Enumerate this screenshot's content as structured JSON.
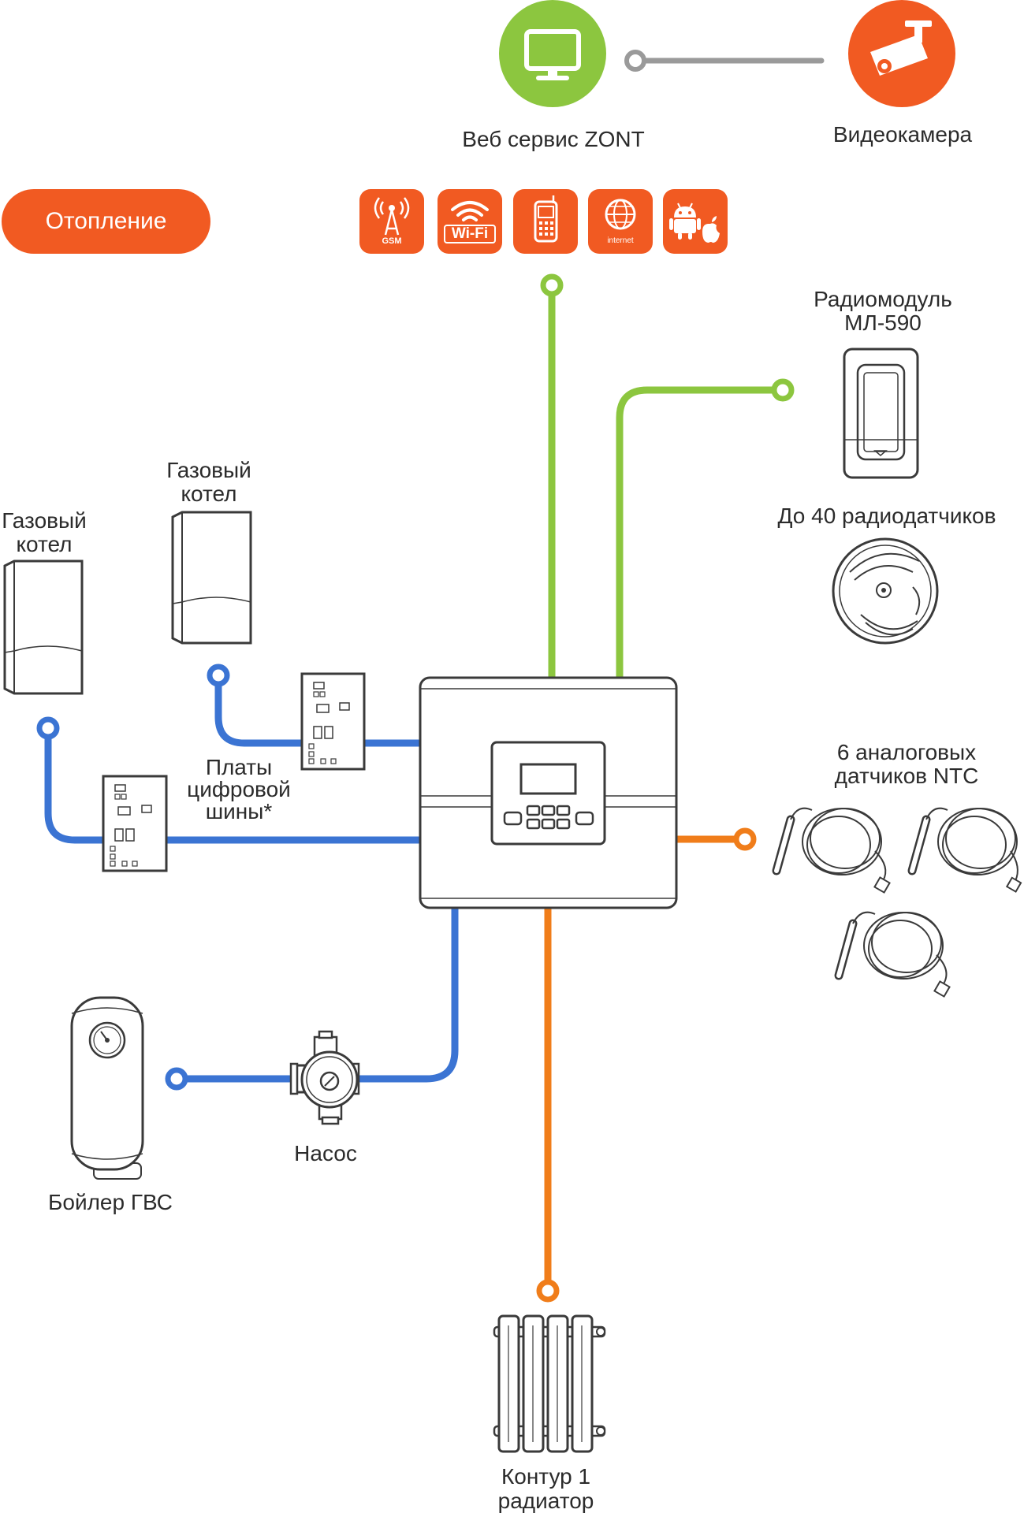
{
  "header": {
    "web_service": "Веб сервис ZONT",
    "camera": "Видеокамера"
  },
  "category_pill": "Отопление",
  "connectivity_badges": [
    {
      "icon": "gsm-tower-icon",
      "label": "GSM"
    },
    {
      "icon": "wifi-icon",
      "label": "Wi-Fi"
    },
    {
      "icon": "mobile-phone-icon",
      "label": ""
    },
    {
      "icon": "globe-icon",
      "label": "internet"
    },
    {
      "icon": "android-apple-icon",
      "label": ""
    }
  ],
  "labels": {
    "radio_module_line1": "Радиомодуль",
    "radio_module_line2": "МЛ-590",
    "radio_sensors": "До 40 радиодатчиков",
    "boiler_left_line1": "Газовый",
    "boiler_left_line2": "котел",
    "boiler_right_line1": "Газовый",
    "boiler_right_line2": "котел",
    "boards_line1": "Платы",
    "boards_line2": "цифровой",
    "boards_line3": "шины*",
    "ntc_line1": "6 аналоговых",
    "ntc_line2": "датчиков NTC",
    "pump": "Насос",
    "dhw_boiler": "Бойлер ГВС",
    "circuit_line1": "Контур 1",
    "circuit_line2": "радиатор"
  },
  "colors": {
    "green": "#8cc63f",
    "orange": "#f15a22",
    "orange_line": "#f07d1a",
    "blue": "#3b74d3",
    "outline": "#3a3a3a",
    "grey_line": "#9a9a9a"
  }
}
